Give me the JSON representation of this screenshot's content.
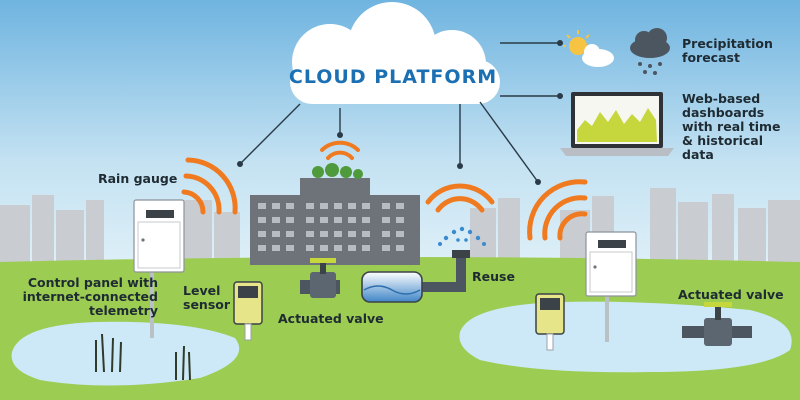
{
  "cloud": {
    "title": "CLOUD PLATFORM"
  },
  "labels": {
    "precipitation": "Precipitation forecast",
    "dashboards": "Web-based dashboards with real time & historical data",
    "rain_gauge": "Rain gauge",
    "control_panel": "Control panel with internet-connected telemetry",
    "level_sensor": "Level sensor",
    "actuated_valve_left": "Actuated valve",
    "reuse": "Reuse",
    "actuated_valve_right": "Actuated valve"
  },
  "colors": {
    "sky": "#b9dcf0",
    "grass": "#9ccc52",
    "water": "#c7e6f6",
    "signal": "#f07a20",
    "cloud_text": "#1b6fb3",
    "building": "#6e7379",
    "skyline": "#c9cdd1"
  }
}
